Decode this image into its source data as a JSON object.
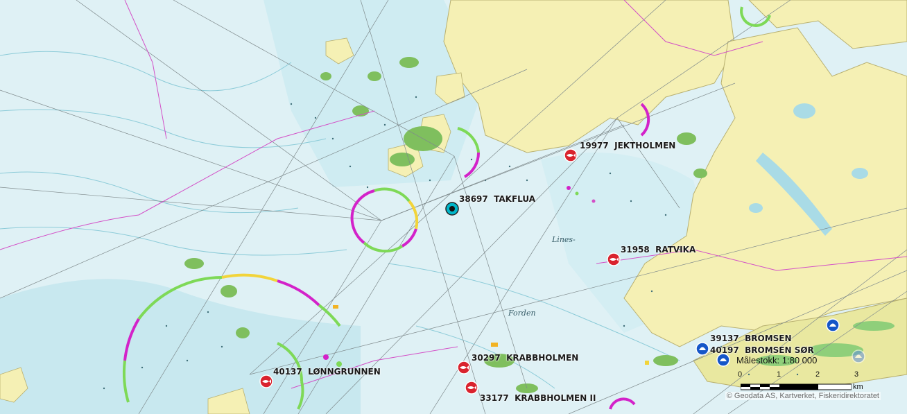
{
  "map": {
    "colors": {
      "sea": "#dff1f5",
      "land": "#f5f0b4",
      "shallow": "#a9dbe6",
      "contour": "#8ccbd8",
      "sector_green": "#7ed957",
      "sector_magenta": "#d322c9",
      "sector_yellow": "#f2d43a",
      "marker_red": "#d9232e",
      "marker_blue": "#1556c8",
      "marker_cyan": "#00b6c9"
    },
    "place_labels": [
      "Forden",
      "Lines-"
    ],
    "markers": [
      {
        "id": "19977",
        "name": "JEKTHOLMEN",
        "type": "red",
        "icon": "fish-icon"
      },
      {
        "id": "38697",
        "name": "TAKFLUA",
        "type": "cyan",
        "icon": "lighthouse-icon"
      },
      {
        "id": "31958",
        "name": "RATVIKA",
        "type": "red",
        "icon": "fish-icon"
      },
      {
        "id": "30297",
        "name": "KRABBHOLMEN",
        "type": "red",
        "icon": "fish-icon"
      },
      {
        "id": "33177",
        "name": "KRABBHOLMEN II",
        "type": "red",
        "icon": "fish-icon"
      },
      {
        "id": "40137",
        "name": "LØNNGRUNNEN",
        "type": "red",
        "icon": "fish-icon"
      },
      {
        "id": "39137",
        "name": "BROMSEN",
        "type": "blue",
        "icon": "shell-icon"
      },
      {
        "id": "40197",
        "name": "BROMSEN SØR",
        "type": "blue",
        "icon": "shell-icon"
      },
      {
        "id": "",
        "name": "",
        "type": "blue",
        "icon": "shell-icon"
      },
      {
        "id": "",
        "name": "",
        "type": "blue-faded",
        "icon": "shell-icon"
      }
    ],
    "scale": {
      "label": "Målestokk: 1:80 000",
      "ticks": [
        "0",
        "1",
        "2",
        "3"
      ],
      "unit": "km"
    },
    "attribution": "© Geodata AS, Kartverket, Fiskeridirektoratet"
  }
}
